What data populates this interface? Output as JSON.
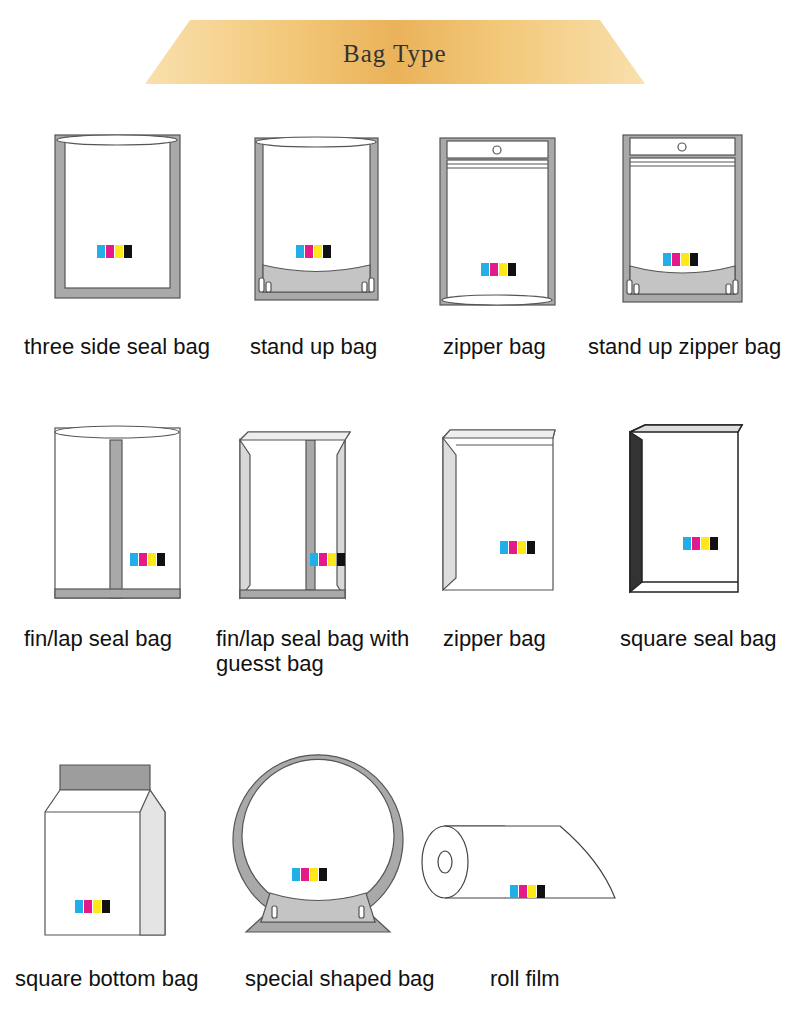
{
  "diagram": {
    "title": "Bag Type",
    "labels": [
      "three side seal bag",
      "stand up bag",
      "zipper bag",
      "stand up zipper bag",
      "fin/lap seal bag",
      "fin/lap seal bag with guesst bag",
      "zipper bag",
      "square seal bag",
      "square bottom bag",
      "special shaped bag",
      "roll film"
    ]
  }
}
